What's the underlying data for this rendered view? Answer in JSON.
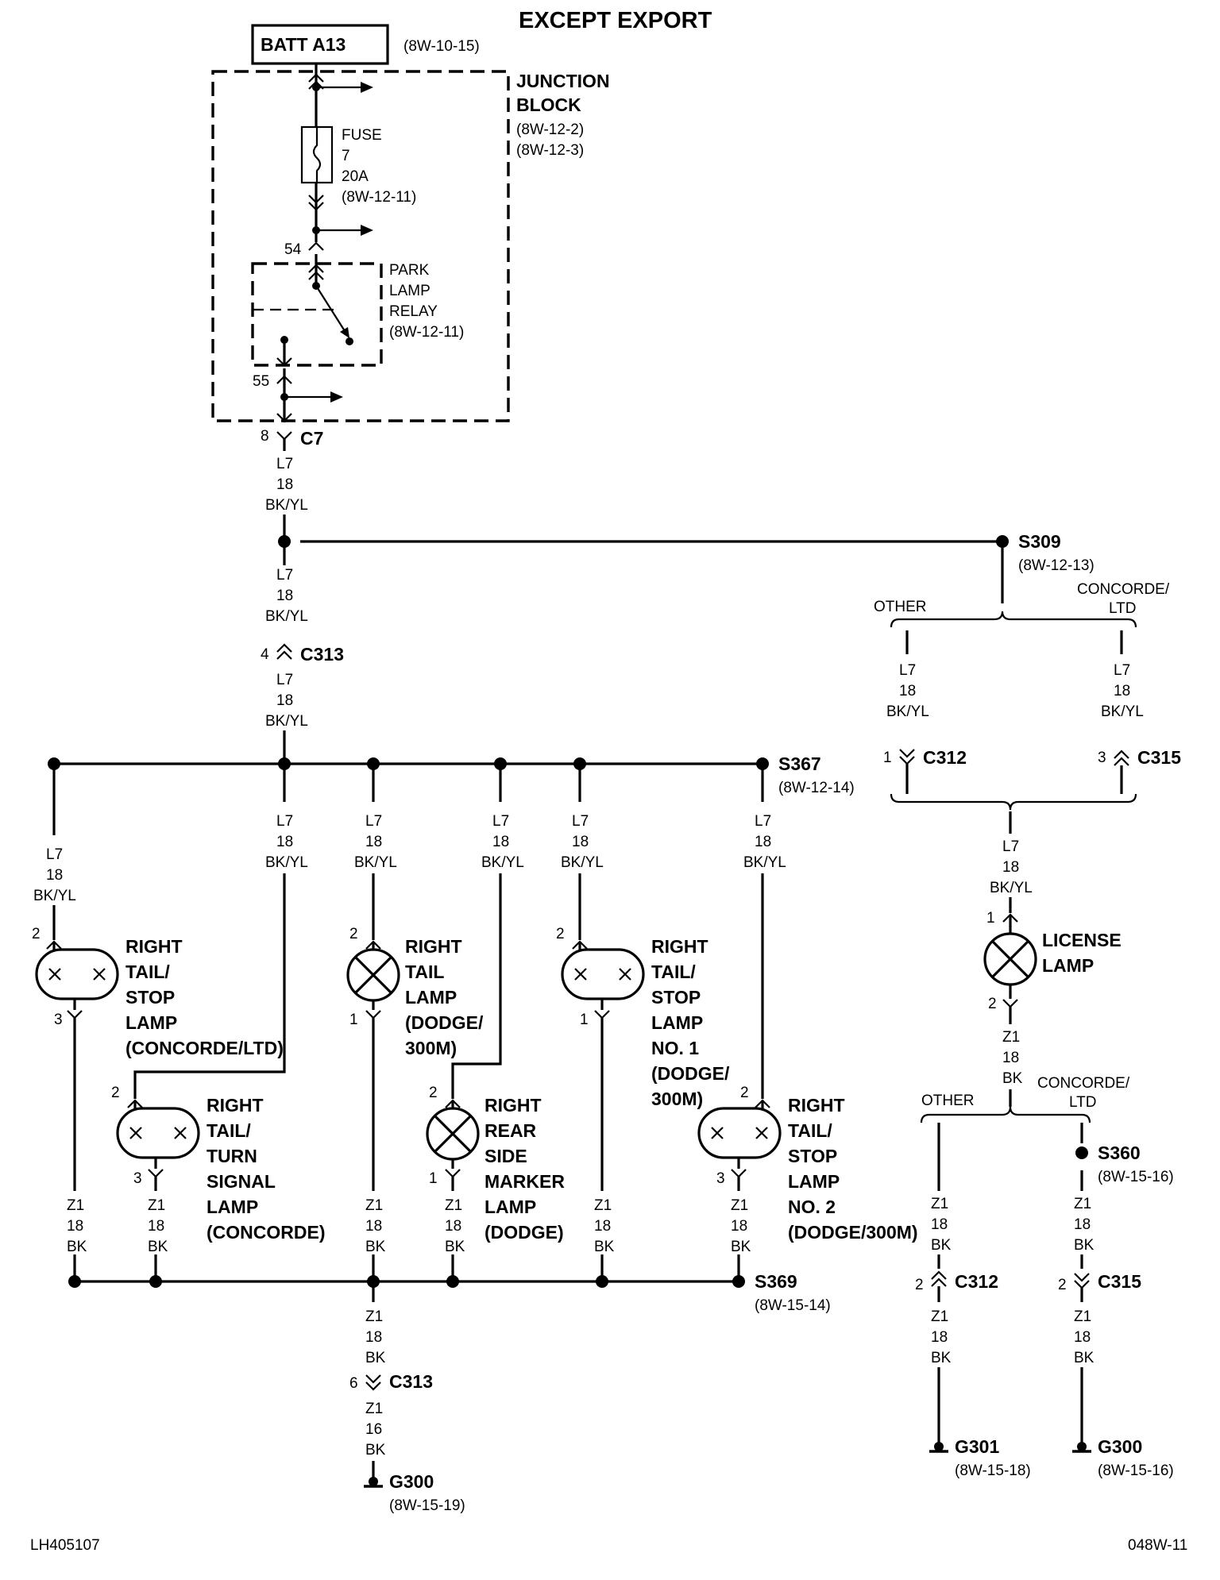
{
  "title": "EXCEPT EXPORT",
  "footer": {
    "left": "LH405107",
    "right": "048W-11"
  },
  "batt": {
    "label": "BATT A13",
    "ref": "(8W-10-15)"
  },
  "junction_block": {
    "label1": "JUNCTION",
    "label2": "BLOCK",
    "ref1": "(8W-12-2)",
    "ref2": "(8W-12-3)"
  },
  "fuse": {
    "l1": "FUSE",
    "l2": "7",
    "l3": "20A",
    "ref": "(8W-12-11)"
  },
  "relay": {
    "l1": "PARK",
    "l2": "LAMP",
    "l3": "RELAY",
    "ref": "(8W-12-11)",
    "pin_in": "54",
    "pin_out": "55"
  },
  "connectors": {
    "c7": {
      "name": "C7",
      "pin": "8"
    },
    "c313_top": {
      "name": "C313",
      "pin": "4"
    },
    "c313_bottom": {
      "name": "C313",
      "pin": "6"
    },
    "c312_top": {
      "name": "C312",
      "pin": "1"
    },
    "c315_top": {
      "name": "C315",
      "pin": "3"
    },
    "c312_bottom": {
      "name": "C312",
      "pin": "2"
    },
    "c315_bottom": {
      "name": "C315",
      "pin": "2"
    }
  },
  "splices": {
    "s309": {
      "name": "S309",
      "ref": "(8W-12-13)"
    },
    "s367": {
      "name": "S367",
      "ref": "(8W-12-14)"
    },
    "s369": {
      "name": "S369",
      "ref": "(8W-15-14)"
    },
    "s360": {
      "name": "S360",
      "ref": "(8W-15-16)"
    }
  },
  "grounds": {
    "g300_main": {
      "name": "G300",
      "ref": "(8W-15-19)"
    },
    "g301": {
      "name": "G301",
      "ref": "(8W-15-18)"
    },
    "g300_right": {
      "name": "G300",
      "ref": "(8W-15-16)"
    }
  },
  "branch": {
    "other": "OTHER",
    "concorde_1": "CONCORDE/",
    "concorde_2": "LTD"
  },
  "wire_l7": {
    "circuit": "L7",
    "gauge": "18",
    "color": "BK/YL"
  },
  "wire_z1": {
    "circuit": "Z1",
    "gauge": "18",
    "color": "BK"
  },
  "wire_z1_16": {
    "circuit": "Z1",
    "gauge": "16",
    "color": "BK"
  },
  "lamps": {
    "rt_stop_concorde": {
      "l1": "RIGHT",
      "l2": "TAIL/",
      "l3": "STOP",
      "l4": "LAMP",
      "l5": "(CONCORDE/LTD)",
      "pin_a": "2",
      "pin_b": "3"
    },
    "rt_turn_concorde": {
      "l1": "RIGHT",
      "l2": "TAIL/",
      "l3": "TURN",
      "l4": "SIGNAL",
      "l5": "LAMP",
      "l6": "(CONCORDE)",
      "pin_a": "2",
      "pin_b": "3"
    },
    "rt_tail_dodge": {
      "l1": "RIGHT",
      "l2": "TAIL",
      "l3": "LAMP",
      "l4": "(DODGE/",
      "l5": "300M)",
      "pin_a": "2",
      "pin_b": "1"
    },
    "rt_side_marker": {
      "l1": "RIGHT",
      "l2": "REAR",
      "l3": "SIDE",
      "l4": "MARKER",
      "l5": "LAMP",
      "l6": "(DODGE)",
      "pin_a": "2",
      "pin_b": "1"
    },
    "rt_stop_no1": {
      "l1": "RIGHT",
      "l2": "TAIL/",
      "l3": "STOP",
      "l4": "LAMP",
      "l5": "NO. 1",
      "l6": "(DODGE/",
      "l7": "300M)",
      "pin_a": "2",
      "pin_b": "1"
    },
    "rt_stop_no2": {
      "l1": "RIGHT",
      "l2": "TAIL/",
      "l3": "STOP",
      "l4": "LAMP",
      "l5": "NO. 2",
      "l6": "(DODGE/300M)",
      "pin_a": "2",
      "pin_b": "3"
    },
    "license": {
      "l1": "LICENSE",
      "l2": "LAMP",
      "pin_a": "1",
      "pin_b": "2"
    }
  }
}
